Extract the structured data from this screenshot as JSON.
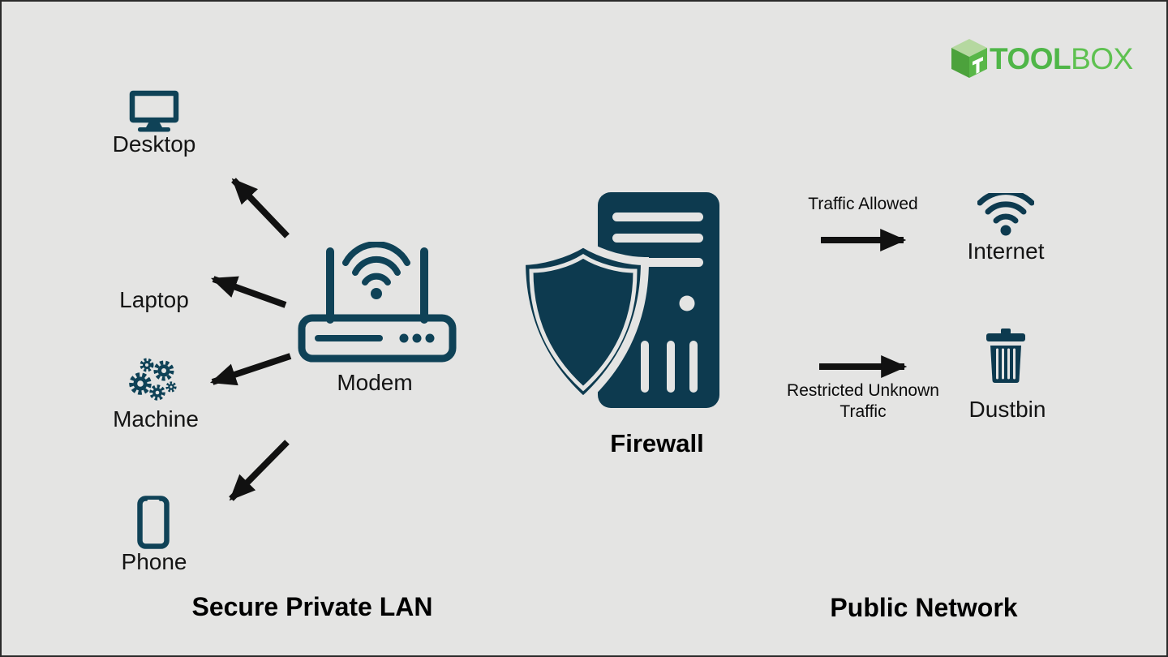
{
  "colors": {
    "background": "#e4e4e3",
    "frame_border": "#2a2a2a",
    "icon_teal": "#0f4257",
    "firewall_teal": "#0d3a4f",
    "arrow_black": "#111111",
    "text_black": "#111111",
    "logo_green_bold": "#4fb648",
    "logo_green_light": "#5ec150",
    "logo_cube_top": "#b5d8a0",
    "logo_cube_left": "#4ca23c",
    "logo_cube_right": "#59b748"
  },
  "logo": {
    "tool": "TOOL",
    "box": "BOX",
    "cube_icon": "toolbox-cube-logo"
  },
  "lan_zone": {
    "zone_label": "Secure Private LAN",
    "devices": {
      "desktop": {
        "label": "Desktop",
        "icon": "desktop-monitor-icon"
      },
      "laptop": {
        "label": "Laptop"
      },
      "machine": {
        "label": "Machine",
        "icon": "gears-icon"
      },
      "phone": {
        "label": "Phone",
        "icon": "smartphone-icon"
      }
    },
    "modem": {
      "label": "Modem",
      "icon": "wifi-router-icon"
    }
  },
  "firewall": {
    "label": "Firewall",
    "icon": "shield-server-icon"
  },
  "public_zone": {
    "zone_label": "Public Network",
    "internet": {
      "label": "Internet",
      "icon": "wifi-icon"
    },
    "dustbin": {
      "label": "Dustbin",
      "icon": "trash-can-icon"
    },
    "flows": {
      "allowed": "Traffic Allowed",
      "restricted": "Restricted Unknown Traffic"
    }
  }
}
